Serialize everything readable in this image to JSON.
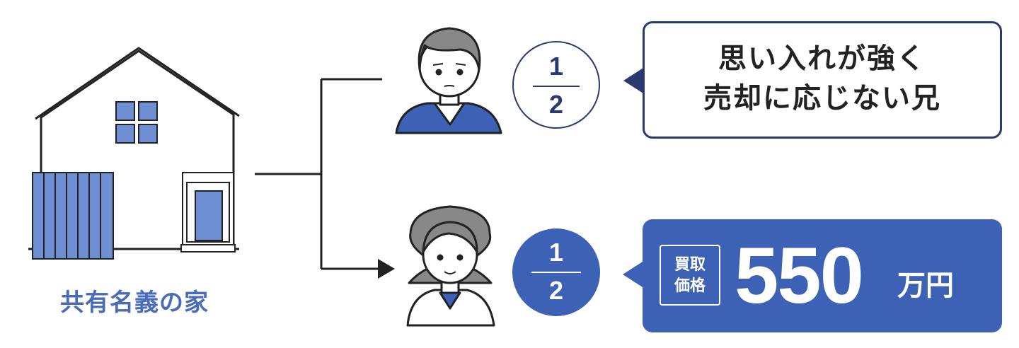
{
  "house": {
    "caption": "共有名義の家"
  },
  "colors": {
    "navy": "#2a3a70",
    "blue": "#3d62b5",
    "light_blue": "#6f8fd4",
    "caption": "#4a6bb8"
  },
  "heirs": [
    {
      "role": "brother",
      "share_numerator": "1",
      "share_denominator": "2",
      "bubble_line1": "思い入れが強く",
      "bubble_line2": "売却に応じない兄"
    },
    {
      "role": "sister",
      "share_numerator": "1",
      "share_denominator": "2",
      "badge_line1": "買取",
      "badge_line2": "価格",
      "price": "550",
      "unit": "万円"
    }
  ]
}
